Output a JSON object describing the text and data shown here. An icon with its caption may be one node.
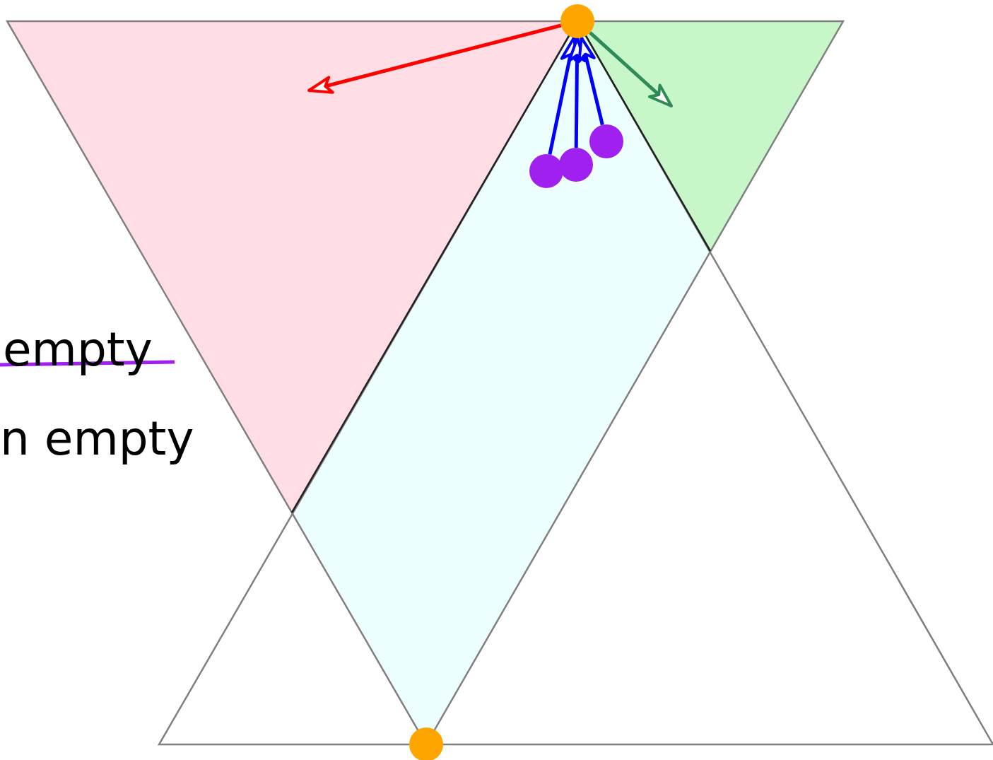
{
  "diagram": {
    "nodes": [
      {
        "text": [],
        "shape": "circle"
      },
      {
        "text": [],
        "shape": "circle"
      },
      {
        "text": [],
        "shape": "circle"
      },
      {
        "text": [],
        "shape": "circle"
      },
      {
        "text": [],
        "shape": "circle"
      }
    ],
    "edges": [
      {
        "from": 0,
        "to": null,
        "arrow": "to",
        "color": "#ff0000"
      },
      {
        "from": 0,
        "to": null,
        "arrow": "to",
        "color": "#2e8b57"
      },
      {
        "from": 1,
        "to": 0,
        "arrow": "to"
      },
      {
        "from": 2,
        "to": 0,
        "arrow": "to"
      },
      {
        "from": 3,
        "to": 0,
        "arrow": "to"
      }
    ],
    "labels": [
      "empty",
      "n empty"
    ]
  }
}
